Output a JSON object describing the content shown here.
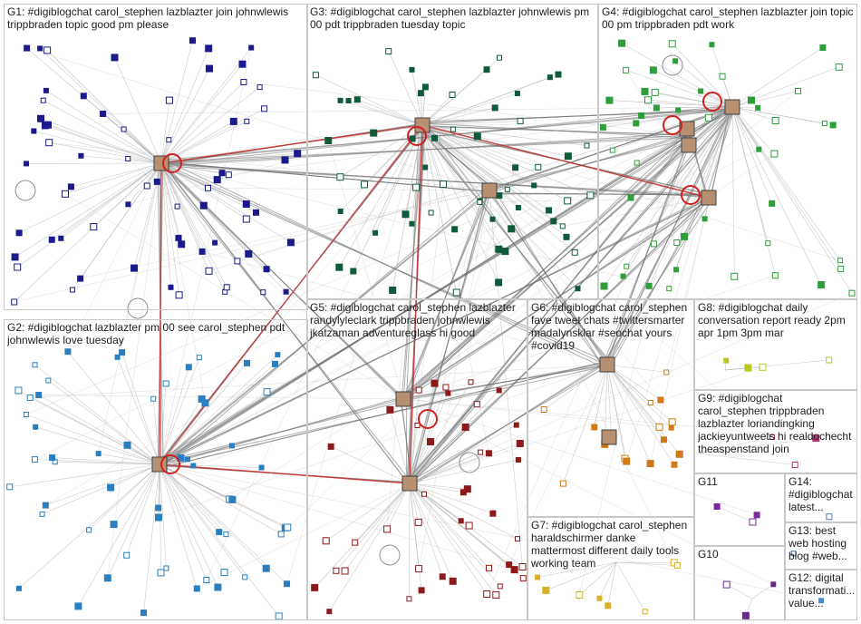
{
  "groups": {
    "g1": {
      "label": "G1: #digiblogchat carol_stephen lazblazter join johnwlewis trippbraden topic good pm please",
      "color": "#1a1a8c"
    },
    "g2": {
      "label": "G2: #digiblogchat lazblazter pm 00 see carol_stephen pdt johnwlewis love tuesday",
      "color": "#2a7fc0"
    },
    "g3": {
      "label": "G3: #digiblogchat carol_stephen lazblazter johnwlewis pm 00 pdt trippbraden tuesday topic",
      "color": "#0f5a3a"
    },
    "g4": {
      "label": "G4: #digiblogchat carol_stephen lazblazter join topic 00 pm trippbraden pdt work",
      "color": "#2e9e3a"
    },
    "g5": {
      "label": "G5: #digiblogchat carol_stephen lazblazter randylyleclark trippbraden johnwlewis jkatzaman adventureglass hi good",
      "color": "#8c1a1a"
    },
    "g6": {
      "label": "G6: #digiblogchat carol_stephen fave tweet chats #twittersmarter madalynsklar #seochat yours #covid19",
      "color": "#d07a1a"
    },
    "g7": {
      "label": "G7: #digiblogchat carol_stephen haraldschirmer danke mattermost different daily tools working team",
      "color": "#d8b020"
    },
    "g8": {
      "label": "G8: #digiblogchat daily conversation report ready 2pm apr 1pm 3pm mar",
      "color": "#b8c820"
    },
    "g9": {
      "label": "G9: #digiblogchat carol_stephen trippbraden lazblazter loriandingking jackieyuntweets hi realdochecht theaspenstand join",
      "color": "#c0307a"
    },
    "g10": {
      "label": "G10",
      "color": "#6a2a8c"
    },
    "g11": {
      "label": "G11",
      "color": "#7a2a9c"
    },
    "g12": {
      "label": "G12: digital transformati... value...",
      "color": "#4a8ad0"
    },
    "g13": {
      "label": "G13: best web hosting blog #web...",
      "color": "#3a6ab0"
    },
    "g14": {
      "label": "G14: #digiblogchat latest...",
      "color": "#5a7ab8"
    }
  }
}
